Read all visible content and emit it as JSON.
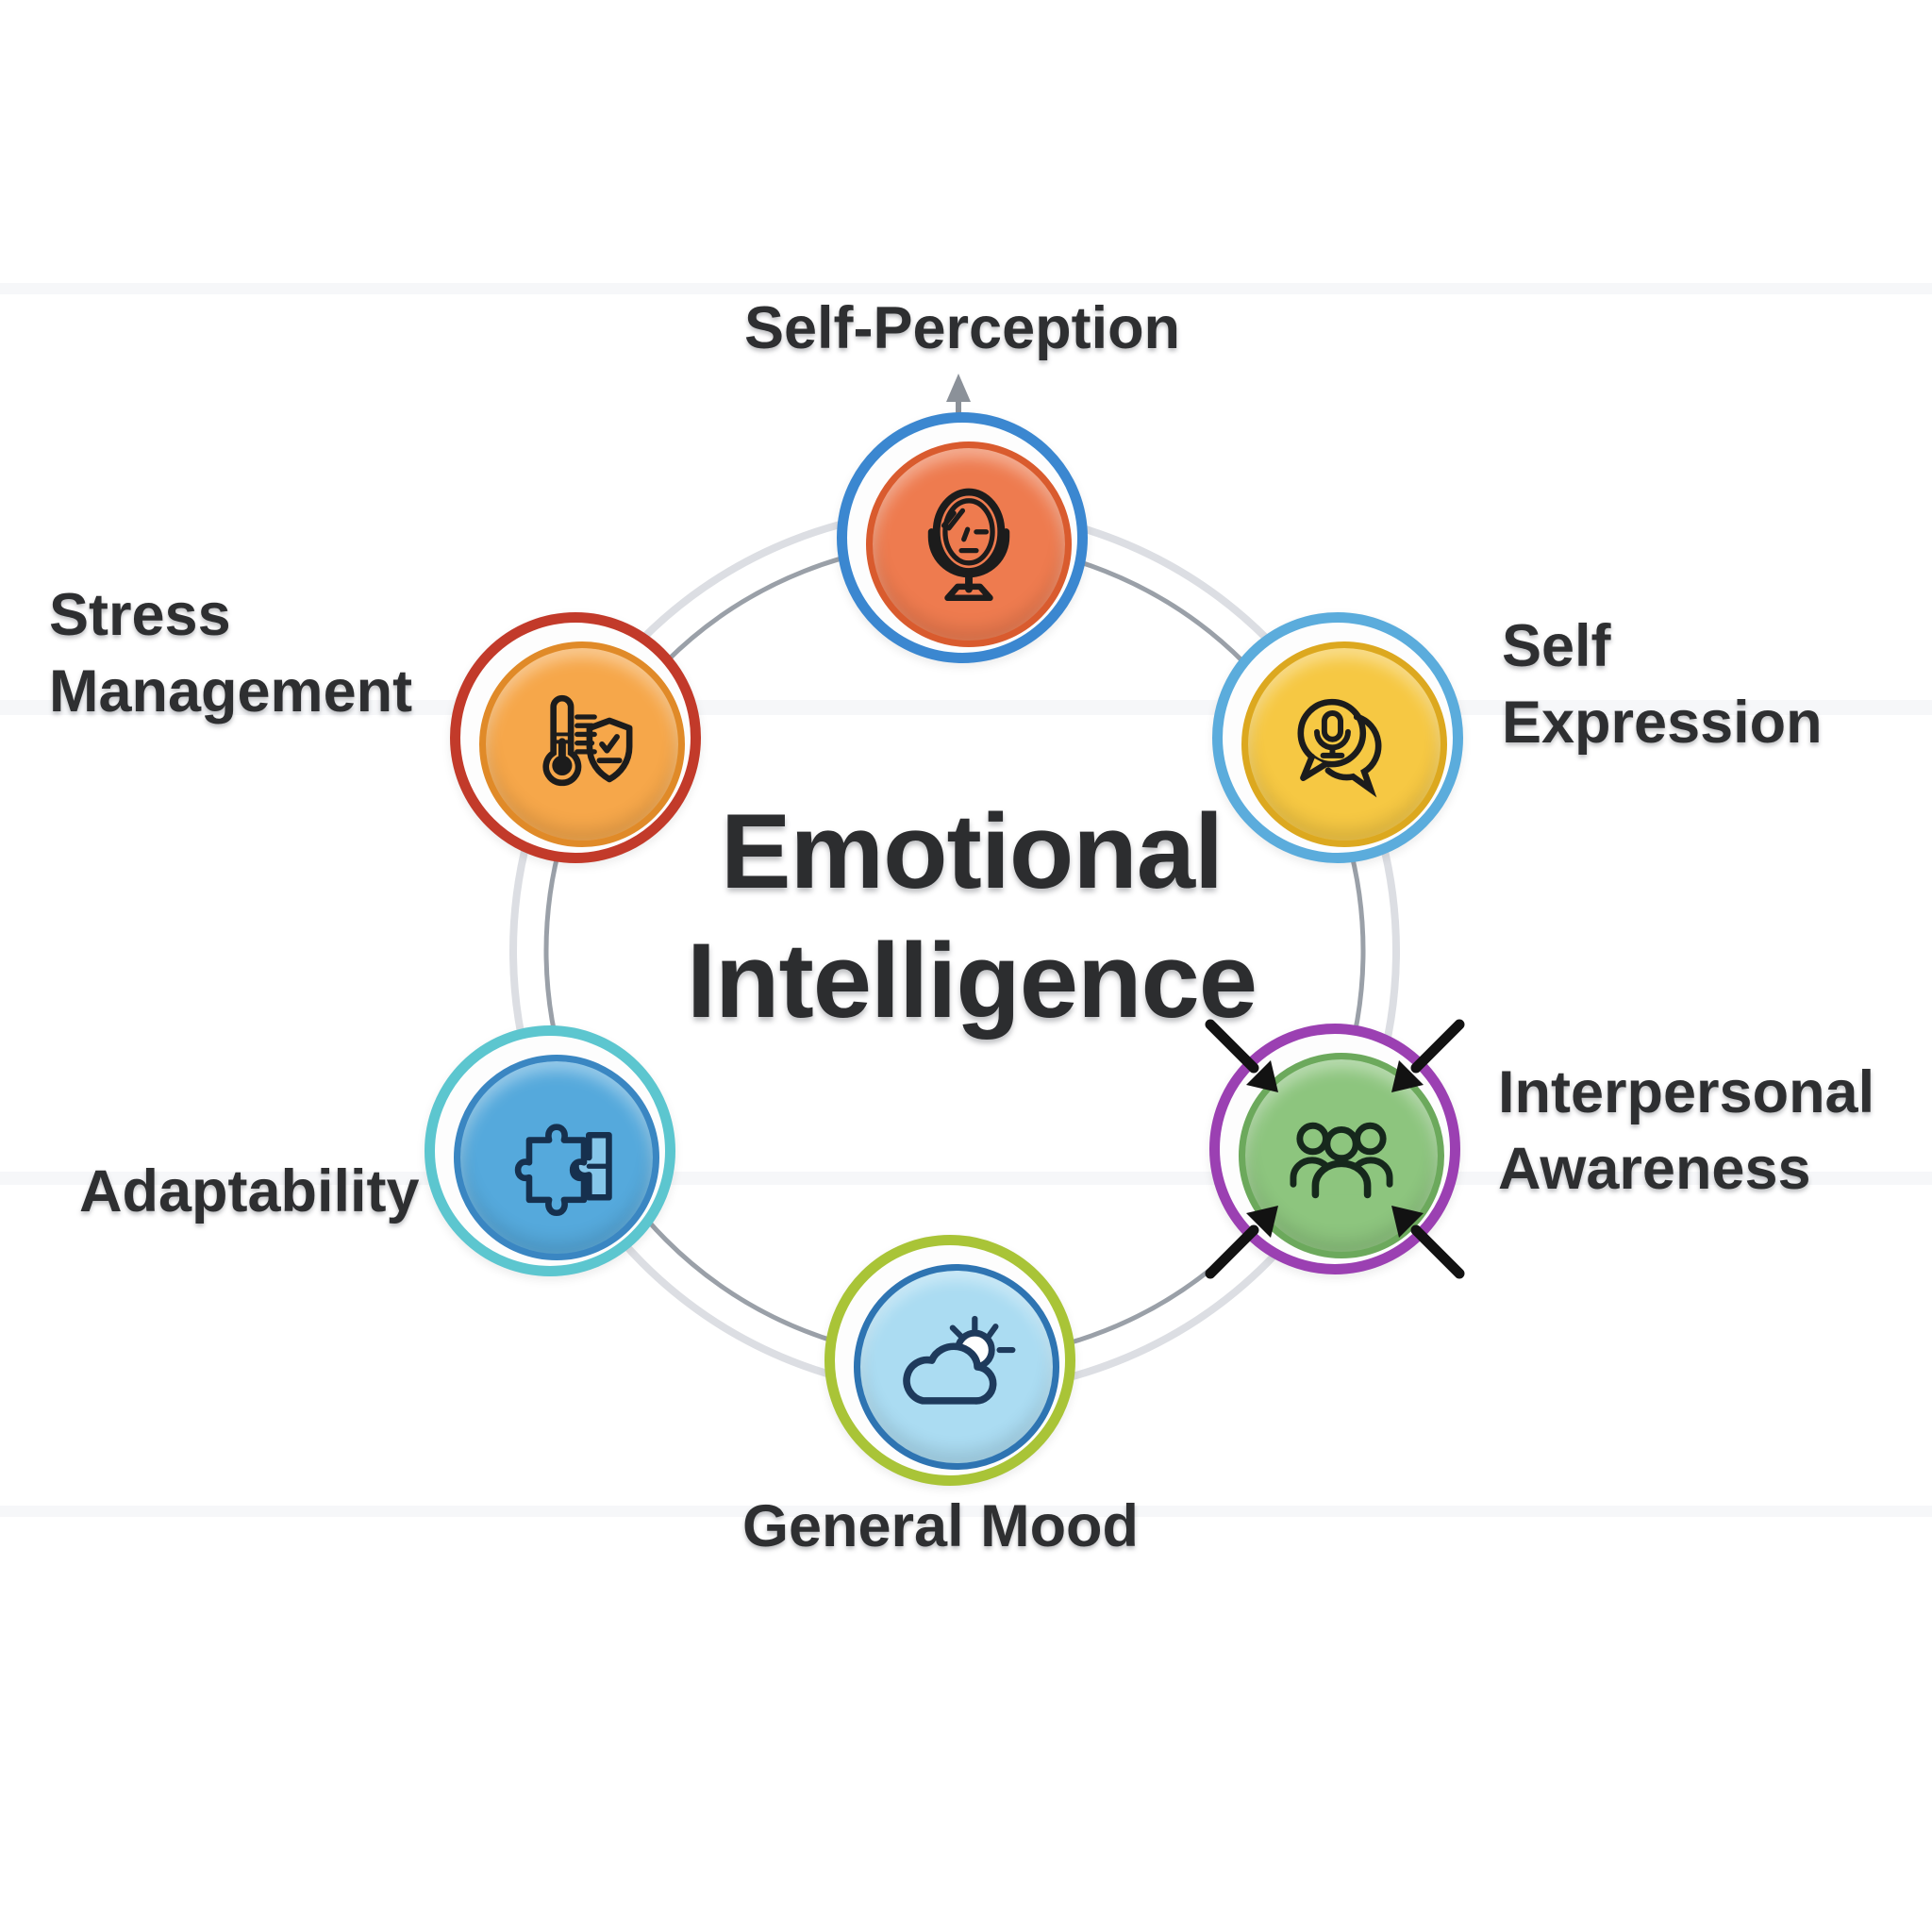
{
  "title": {
    "text": "Emotional Intelligence",
    "line1": "Emotional",
    "line2": "Intelligence"
  },
  "connector": {
    "outer_ring_color": "#dcdee3",
    "inner_ring_color": "#9aa0a8",
    "arrow_color": "#8b9199"
  },
  "nodes": [
    {
      "label": "Self-Perception",
      "line1": "Self-Perception",
      "line2": "",
      "icon": "mirror-icon",
      "ring_color": "#3b87d0",
      "circle_fill": "#ee7b4f",
      "circle_border": "#d95b2e"
    },
    {
      "label": "Stress Management",
      "line1": "Stress",
      "line2": "Management",
      "icon": "thermometer-shield-icon",
      "ring_color": "#c23a2a",
      "circle_fill": "#f6a74a",
      "circle_border": "#e08a28"
    },
    {
      "label": "Self Expression",
      "line1": "Self",
      "line2": "Expression",
      "icon": "speech-bubbles-mic-icon",
      "ring_color": "#5bacdc",
      "circle_fill": "#f6c843",
      "circle_border": "#dca81f"
    },
    {
      "label": "Adaptability",
      "line1": "Adaptability",
      "line2": "",
      "icon": "puzzle-icon",
      "ring_color": "#5cc6cf",
      "circle_fill": "#55a9dc",
      "circle_border": "#3a86c2"
    },
    {
      "label": "Interpersonal Awareness",
      "line1": "Interpersonal",
      "line2": "Awareness",
      "icon": "people-group-icon",
      "ring_color": "#9b40b2",
      "circle_fill": "#8dc57e",
      "circle_border": "#6ca95c"
    },
    {
      "label": "General Mood",
      "line1": "General Mood",
      "line2": "",
      "icon": "cloud-sun-icon",
      "ring_color": "#a9c437",
      "circle_fill": "#abdcf2",
      "circle_border": "#2e74b2"
    }
  ]
}
